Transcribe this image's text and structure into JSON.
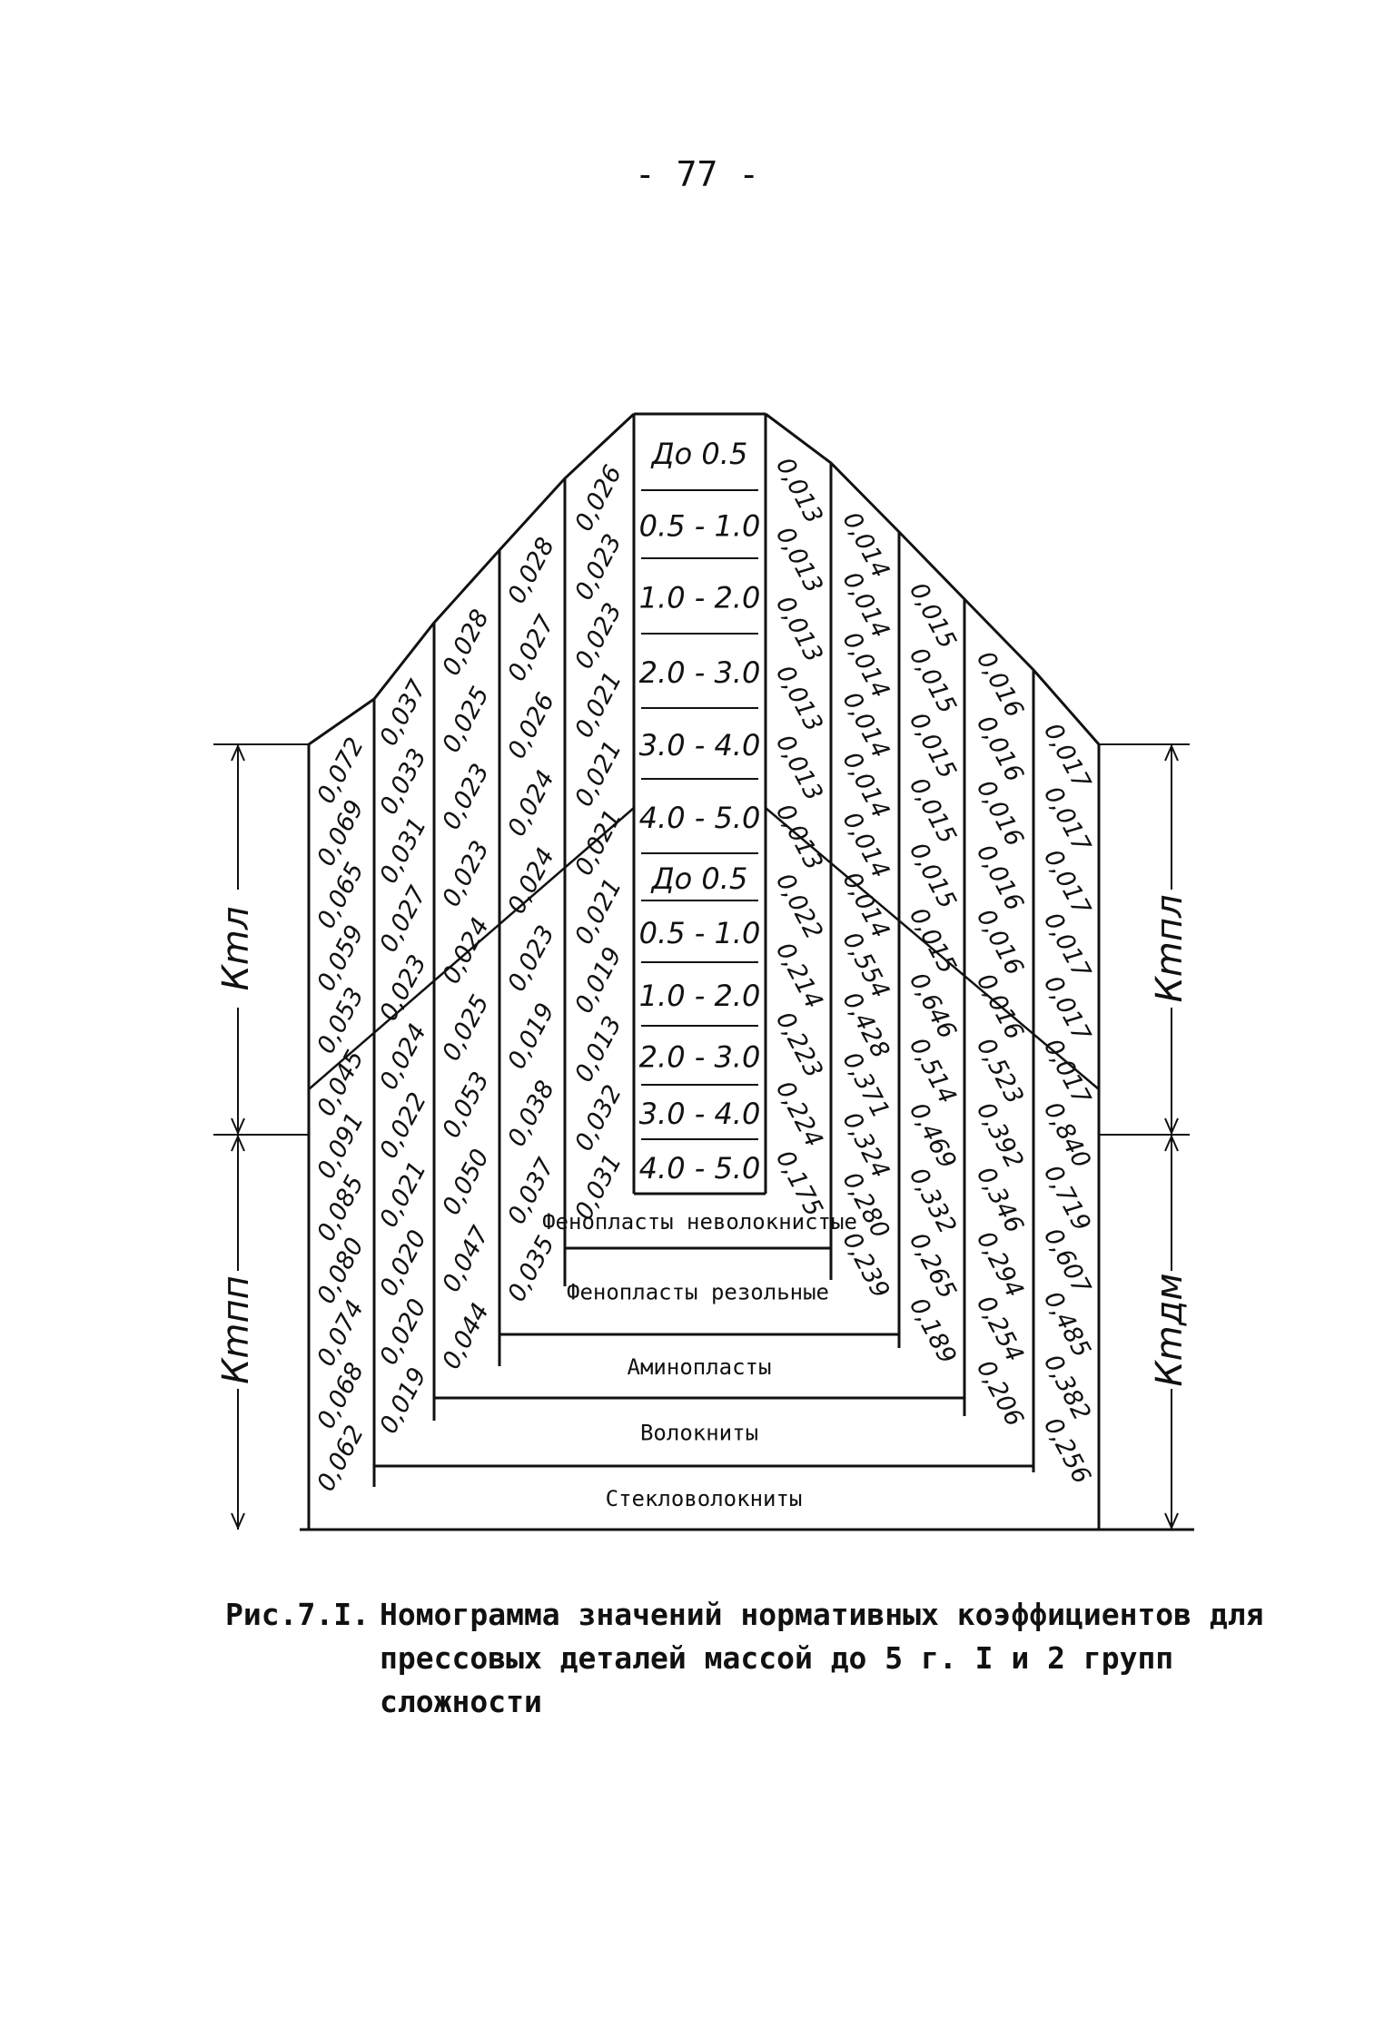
{
  "page_number": "- 77 -",
  "caption": {
    "label": "Рис.7.I.",
    "text": "Номограмма значений нормативных коэффициентов для прессовых деталей массой до 5 г. I и 2 групп сложности"
  },
  "dimension_labels": {
    "left_upper": "Кmл",
    "left_lower": "Кmпп",
    "right_upper": "Кmпл",
    "right_lower": "Кmдм"
  },
  "mass_ranges": {
    "upper": [
      "До 0.5",
      "0.5 - 1.0",
      "1.0 - 2.0",
      "2.0 - 3.0",
      "3.0 - 4.0",
      "4.0 - 5.0"
    ],
    "lower": [
      "До 0.5",
      "0.5 - 1.0",
      "1.0 - 2.0",
      "2.0 - 3.0",
      "3.0 - 4.0",
      "4.0 - 5.0"
    ]
  },
  "materials": [
    "Фенопласты неволокнистые",
    "Фенопласты резольные",
    "Аминопласты",
    "Волокниты",
    "Стекловолокниты"
  ],
  "left_panel": {
    "columns": [
      {
        "values": [
          "0,072",
          "0,069",
          "0,065",
          "0,059",
          "0,053",
          "0,045",
          "0,091",
          "0,085",
          "0,080",
          "0,074",
          "0,068",
          "0,062"
        ]
      },
      {
        "values": [
          "0,037",
          "0,033",
          "0,031",
          "0,027",
          "0,023",
          "0,024",
          "0,022",
          "0,021",
          "0,020",
          "0,020",
          "0,019"
        ]
      },
      {
        "values": [
          "0,028",
          "0,025",
          "0,023",
          "0,023",
          "0,024",
          "0,025",
          "0,053",
          "0,050",
          "0,047",
          "0,044"
        ]
      },
      {
        "values": [
          "0,028",
          "0,027",
          "0,026",
          "0,024",
          "0,024",
          "0,023",
          "0,019",
          "0,038",
          "0,037",
          "0,035"
        ]
      },
      {
        "values": [
          "0,026",
          "0,023",
          "0,023",
          "0,021",
          "0,021",
          "0,021",
          "0,021",
          "0,019",
          "0,013",
          "0,032",
          "0,031"
        ]
      }
    ]
  },
  "right_panel": {
    "columns": [
      {
        "values": [
          "0,013",
          "0,013",
          "0,013",
          "0,013",
          "0,013",
          "0,013",
          "0,022",
          "0,214",
          "0,223",
          "0,224",
          "0,175"
        ]
      },
      {
        "values": [
          "0,014",
          "0,014",
          "0,014",
          "0,014",
          "0,014",
          "0,014",
          "0,014",
          "0,554",
          "0,428",
          "0,371",
          "0,324",
          "0,280",
          "0,239"
        ]
      },
      {
        "values": [
          "0,015",
          "0,015",
          "0,015",
          "0,015",
          "0,015",
          "0,015",
          "0,646",
          "0,514",
          "0,469",
          "0,332",
          "0,265",
          "0,189"
        ]
      },
      {
        "values": [
          "0,016",
          "0,016",
          "0,016",
          "0,016",
          "0,016",
          "0,016",
          "0,523",
          "0,392",
          "0,346",
          "0,294",
          "0,254",
          "0,206"
        ]
      },
      {
        "values": [
          "0,017",
          "0,017",
          "0,017",
          "0,017",
          "0,017",
          "0,017",
          "0,840",
          "0,719",
          "0,607",
          "0,485",
          "0,382",
          "0,256"
        ]
      }
    ]
  }
}
